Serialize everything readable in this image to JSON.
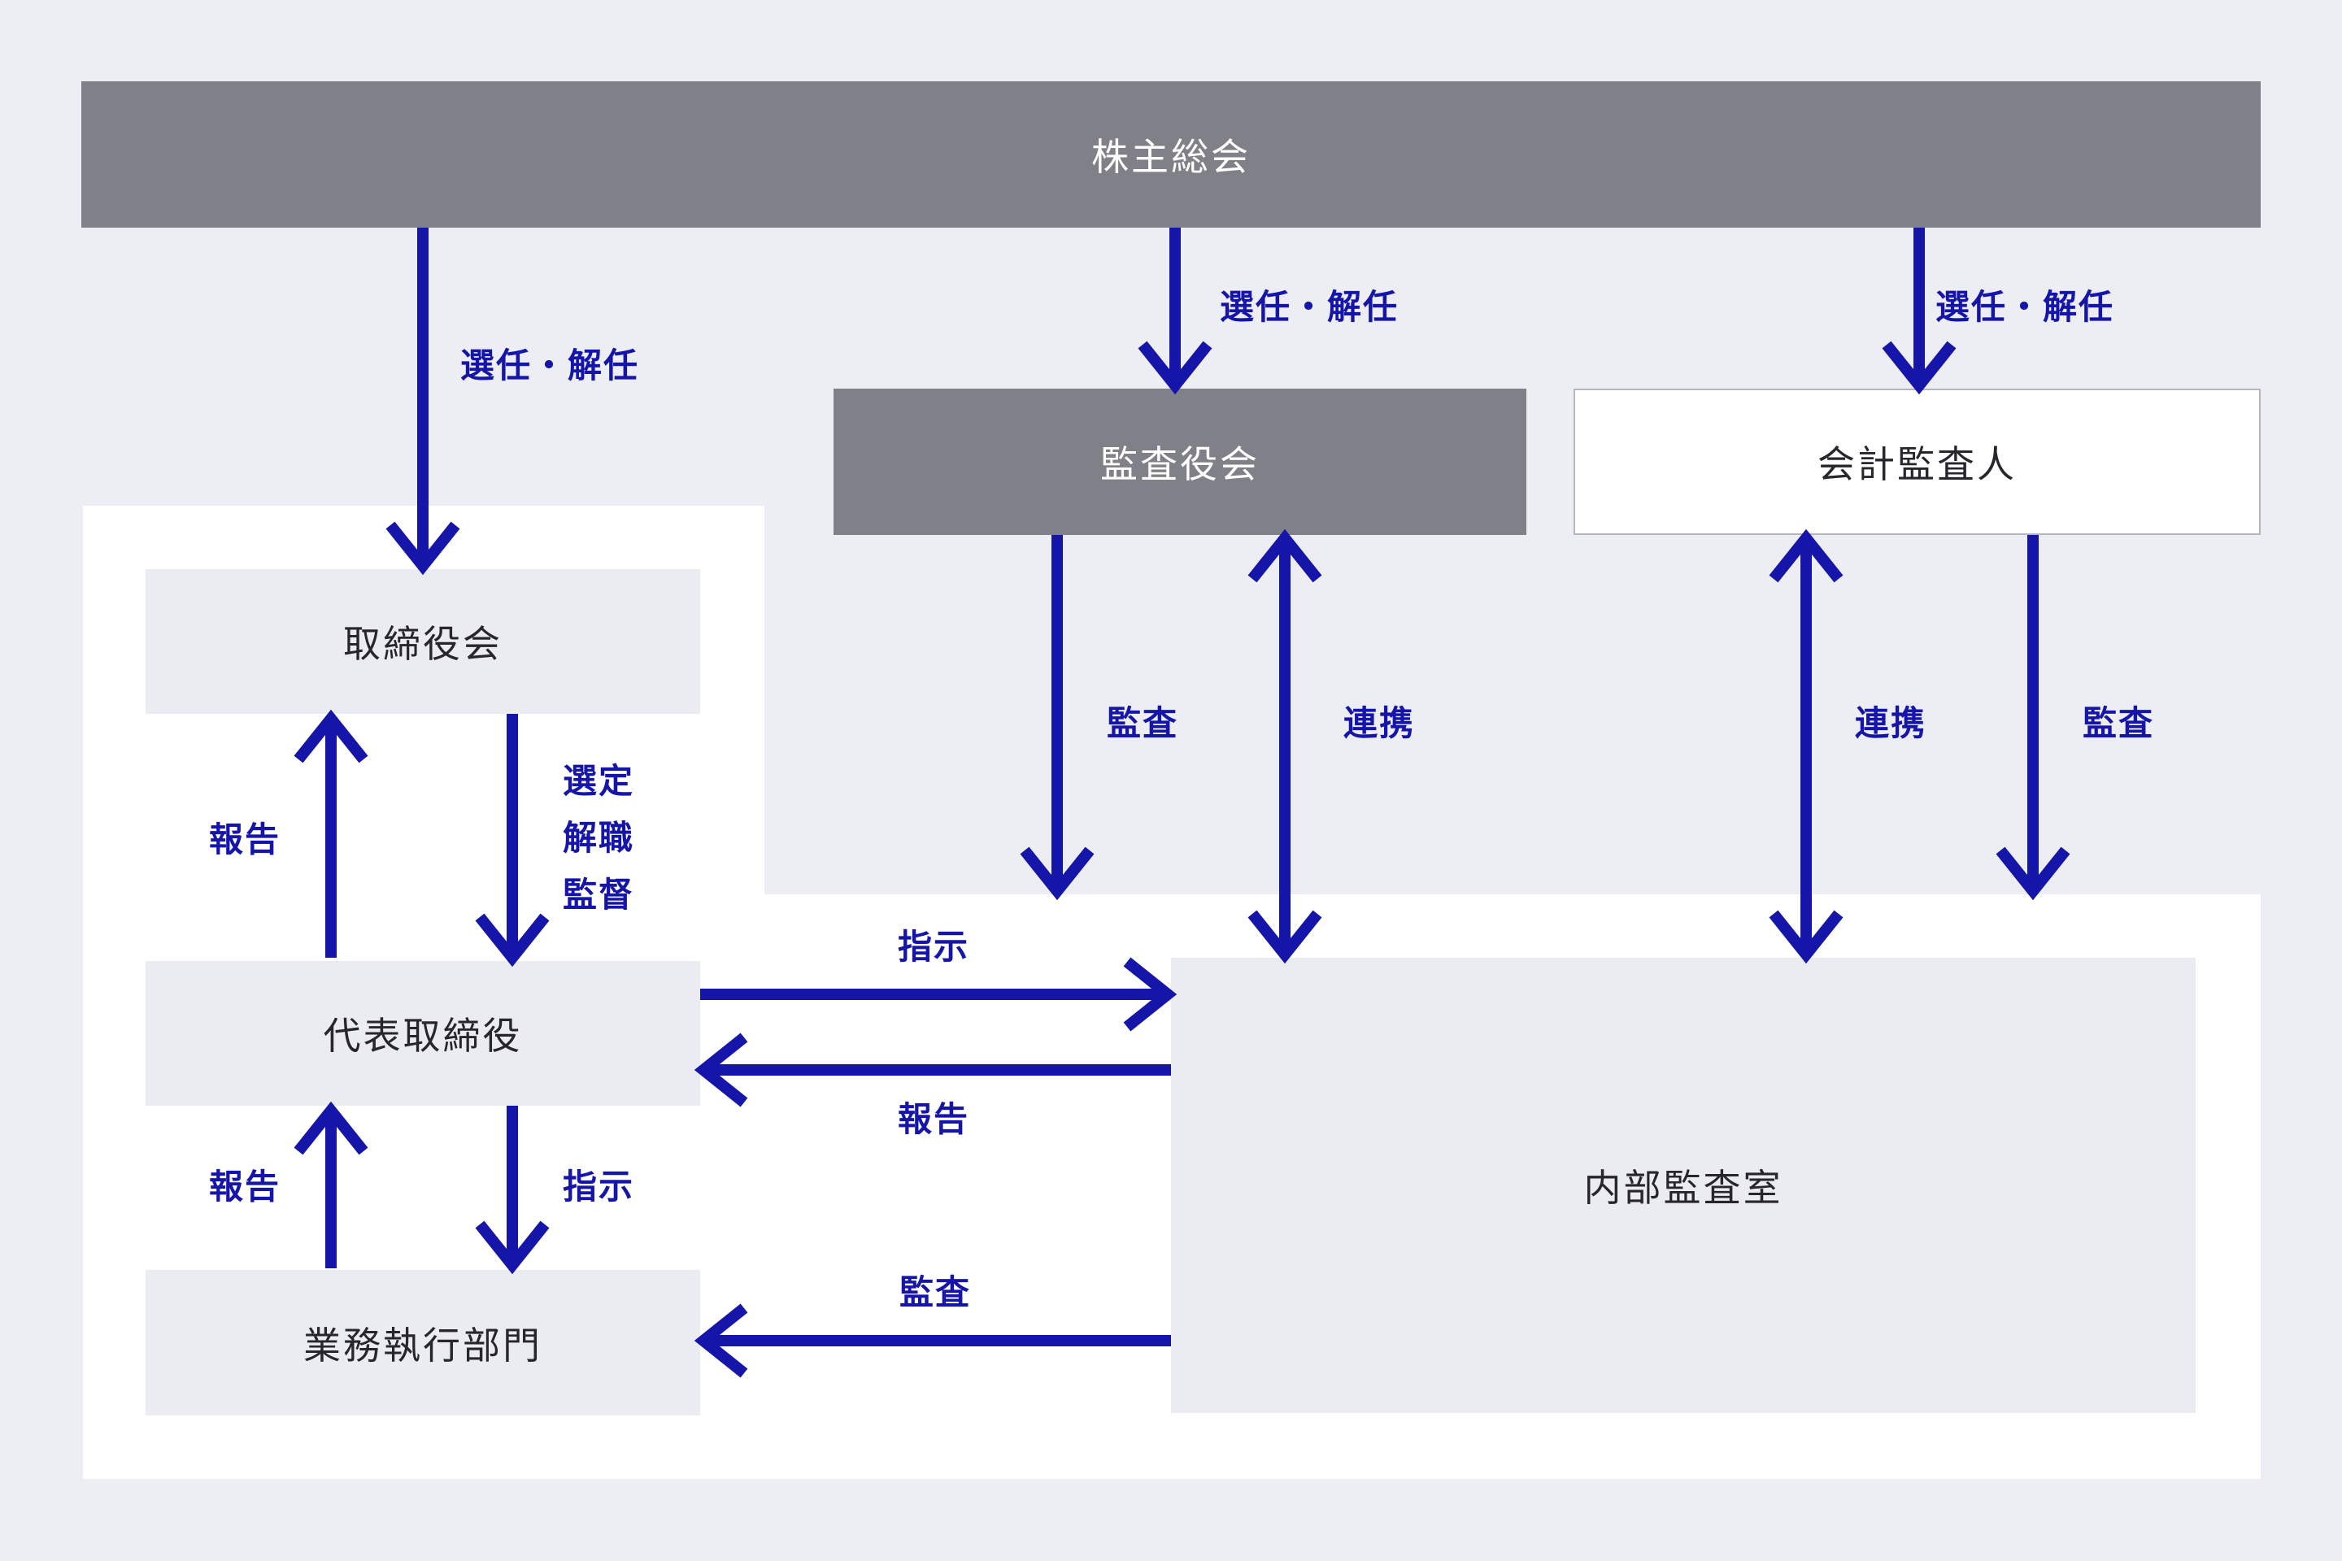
{
  "colors": {
    "page_background": "#edeef4",
    "panel_white": "#ffffff",
    "node_gray": "#808089",
    "node_light_lavender": "#ebecf2",
    "arrow_blue": "#1515aa",
    "node_text_dark": "#26262c",
    "node_text_white": "#ffffff",
    "auditor_box_border": "#b5b5bf"
  },
  "nodes": {
    "shareholders_meeting": {
      "label": "株主総会"
    },
    "audit_committee": {
      "label": "監査役会"
    },
    "accounting_auditor": {
      "label": "会計監査人"
    },
    "board_of_directors": {
      "label": "取締役会"
    },
    "representative_director": {
      "label": "代表取締役"
    },
    "business_execution": {
      "label": "業務執行部門"
    },
    "internal_audit_office": {
      "label": "内部監査室"
    }
  },
  "edges": {
    "appoint_dismiss_to_board": {
      "label": "選任・解任"
    },
    "appoint_dismiss_to_audit_committee": {
      "label": "選任・解任"
    },
    "appoint_dismiss_to_accounting_auditor": {
      "label": "選任・解任"
    },
    "report_to_board": {
      "label": "報告"
    },
    "select_dismiss_supervise": {
      "lines": [
        "選定",
        "解職",
        "監督"
      ]
    },
    "report_to_representative": {
      "label": "報告"
    },
    "instruct_execution": {
      "label": "指示"
    },
    "audit_by_audit_committee": {
      "label": "監査"
    },
    "cooperation_with_audit_committee": {
      "label": "連携"
    },
    "cooperation_with_accounting_auditor": {
      "label": "連携"
    },
    "audit_by_accounting_auditor": {
      "label": "監査"
    },
    "instruct_internal_audit": {
      "label": "指示"
    },
    "report_from_internal_audit": {
      "label": "報告"
    },
    "audit_of_execution": {
      "label": "監査"
    }
  }
}
